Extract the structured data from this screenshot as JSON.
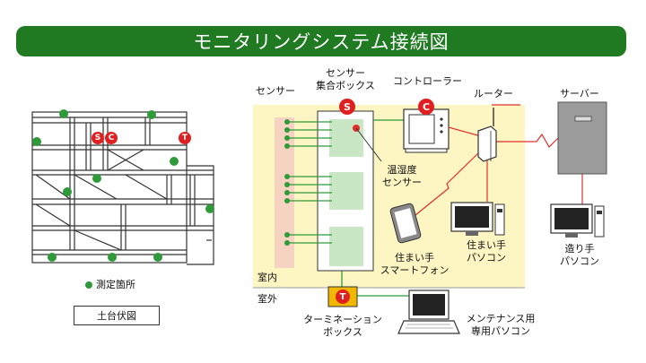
{
  "title": "モニタリングシステム接続図",
  "floor_plan": {
    "title": "土台伏図",
    "legend": "測定箇所",
    "markers": {
      "s": "S",
      "c": "C",
      "t": "T"
    }
  },
  "diagram": {
    "sensor": "センサー",
    "box_line1": "センサー",
    "box_line2": "集合ボックス",
    "controller": "コントローラー",
    "router": "ルーター",
    "server": "サーバー",
    "temp_line1": "温湿度",
    "temp_line2": "センサー",
    "resident_phone_line1": "住まい手",
    "resident_phone_line2": "スマートフォン",
    "resident_pc_line1": "住まい手",
    "resident_pc_line2": "パソコン",
    "builder_pc_line1": "造り手",
    "builder_pc_line2": "パソコン",
    "indoor": "室内",
    "outdoor": "室外",
    "term_line1": "ターミネーション",
    "term_line2": "ボックス",
    "maint_line1": "メンテナンス用",
    "maint_line2": "専用パソコン"
  },
  "colors": {
    "title_bg": "#1f7a22",
    "indoor_bg": "#fdf6c3",
    "sensor_strip": "#f6d2c0",
    "sensor_green": "#2e9a3a",
    "marker_red": "#e02020",
    "wire_red": "#e0302a",
    "term_yellow": "#f2b800"
  }
}
